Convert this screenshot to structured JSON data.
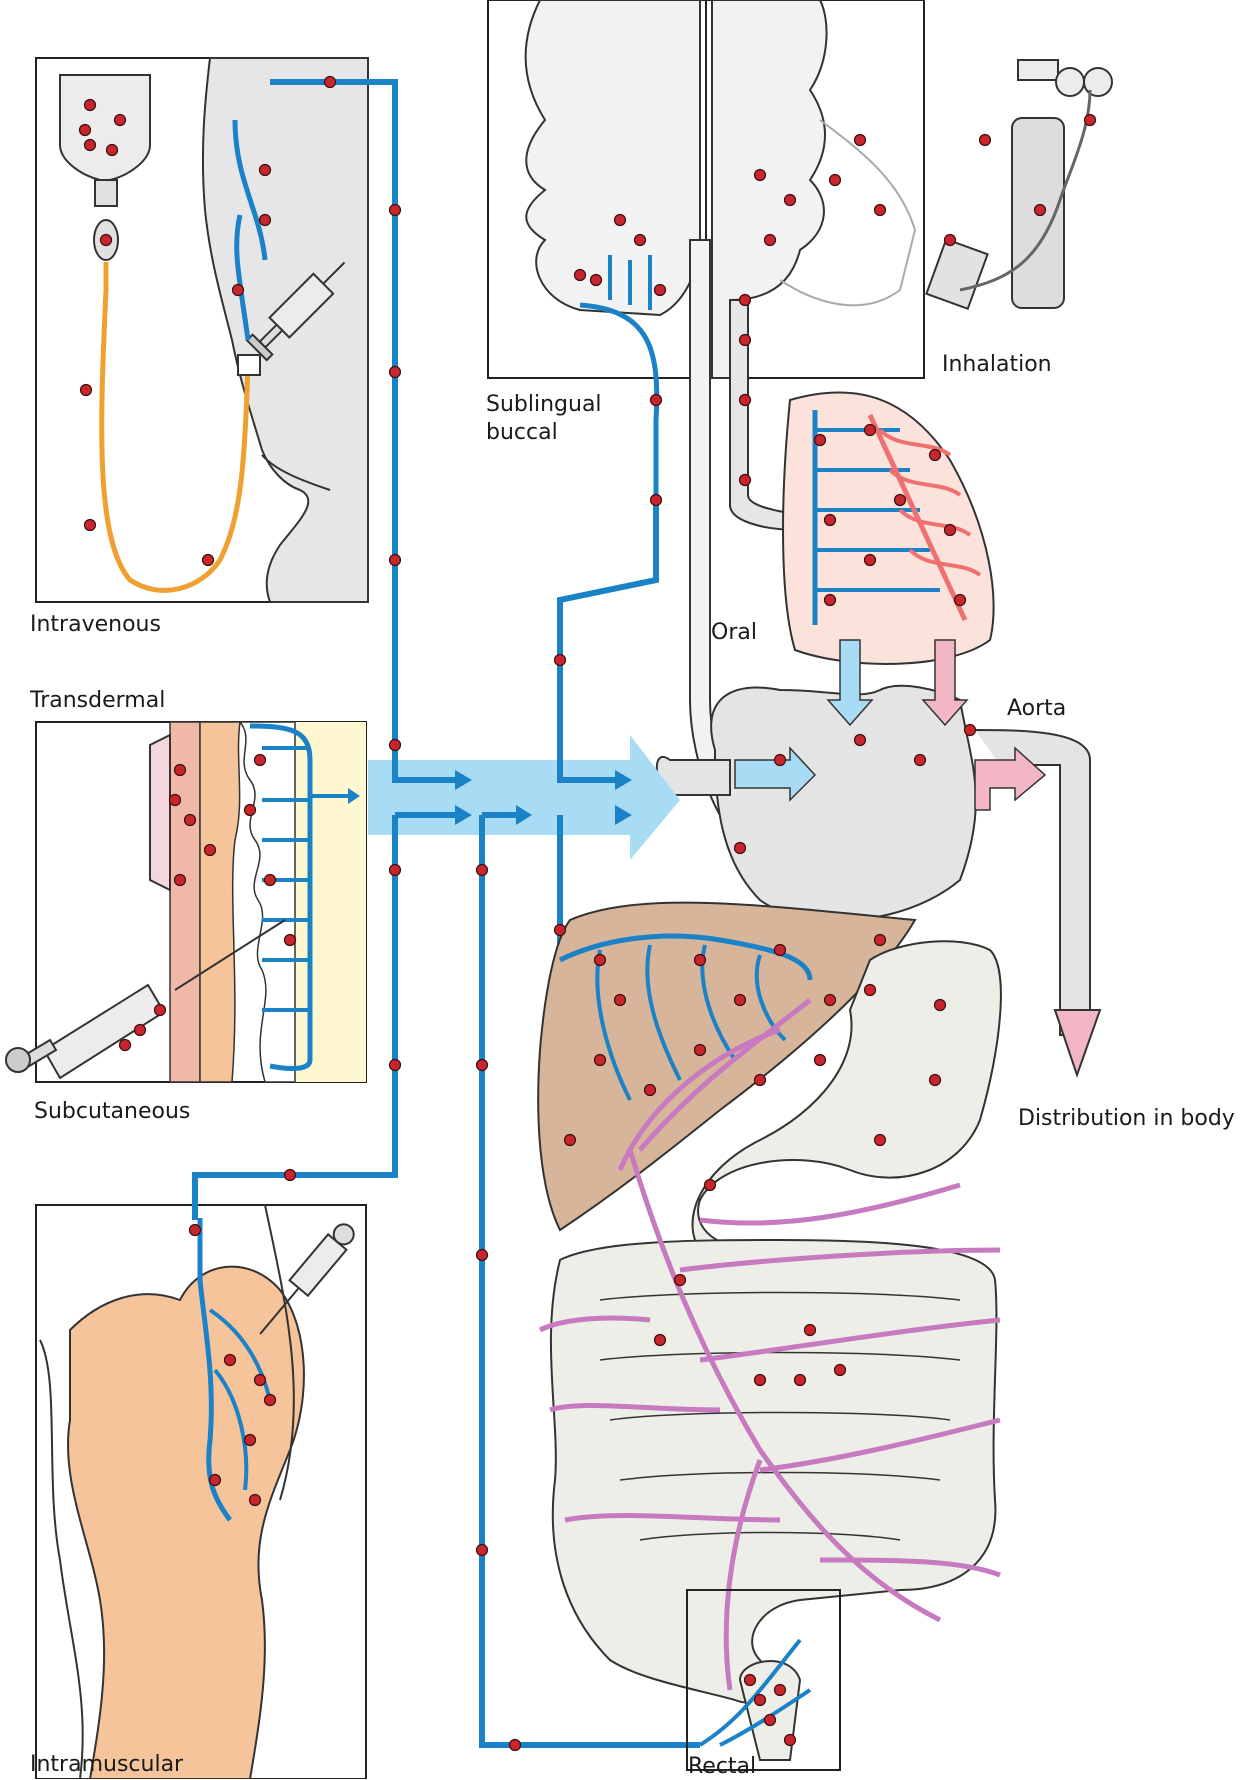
{
  "labels": {
    "intravenous": "Intravenous",
    "transdermal": "Transdermal",
    "subcutaneous": "Subcutaneous",
    "intramuscular": "Intramuscular",
    "sublingual_line1": "Sublingual",
    "sublingual_line2": "buccal",
    "inhalation": "Inhalation",
    "oral": "Oral",
    "aorta": "Aorta",
    "distribution": "Distribution in body",
    "rectal": "Rectal"
  },
  "colors": {
    "vessel_blue": "#1b82c8",
    "iv_tube": "#f0a030",
    "drug_particle": "#c8252c",
    "arterial_red": "#ef7070",
    "portal_purple": "#c77ac0",
    "liver": "#d7b59a",
    "muscle": "#f5c49a",
    "organ_gray": "#e4e4e4",
    "panel_gray": "#e9e9e9",
    "flow_arrow": "#a8dcf5"
  }
}
